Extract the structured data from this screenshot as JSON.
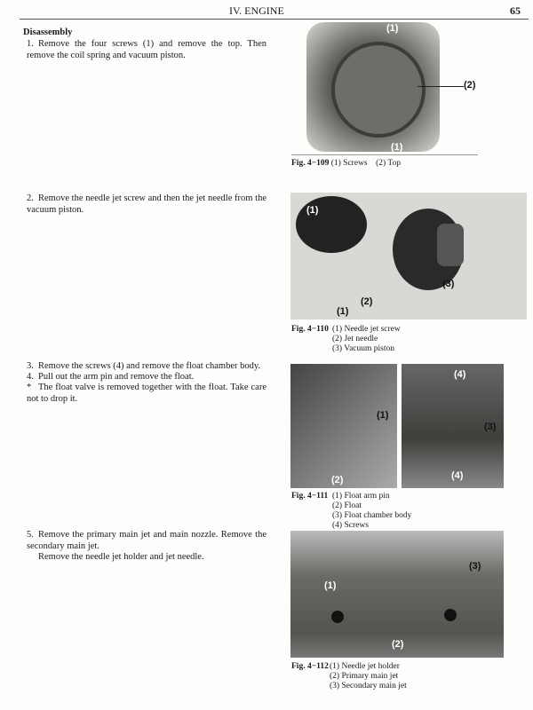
{
  "header": {
    "title": "IV. ENGINE",
    "page_number": "65"
  },
  "section_title": "Disassembly",
  "steps": [
    {
      "num": "1.",
      "text": "Remove the four screws (1) and remove the top. Then remove the coil spring and vacuum piston."
    },
    {
      "num": "2.",
      "text": "Remove the needle jet screw and then the jet needle from the vacuum piston."
    },
    {
      "num": "3.",
      "text": "Remove the screws (4) and remove the float chamber body."
    },
    {
      "num": "4.",
      "text": "Pull out the arm pin and remove the float."
    },
    {
      "num": "*",
      "text": "The float valve is removed together with the float. Take care not to drop it."
    },
    {
      "num": "5.",
      "text": "Remove the primary main jet and main nozzle. Remove the secondary main jet.",
      "extra": "Remove the needle jet holder and jet needle."
    }
  ],
  "figures": [
    {
      "id": "Fig. 4−109",
      "items": [
        "(1) Screws",
        "(2) Top"
      ],
      "callouts": [
        "(1)",
        "(2)",
        "(1)"
      ]
    },
    {
      "id": "Fig. 4−110",
      "items": [
        "(1) Needle jet screw",
        "(2) Jet needle",
        "(3) Vacuum piston"
      ],
      "callouts": [
        "(1)",
        "(2)",
        "(3)",
        "(1)"
      ]
    },
    {
      "id": "Fig. 4−111",
      "items": [
        "(1) Float arm pin",
        "(2) Float",
        "(3) Float chamber body",
        "(4) Screws"
      ],
      "callouts": [
        "(1)",
        "(2)",
        "(3)",
        "(4)",
        "(4)"
      ]
    },
    {
      "id": "Fig. 4−112",
      "items": [
        "(1) Needle jet holder",
        "(2) Primary main jet",
        "(3) Secondary main jet"
      ],
      "callouts": [
        "(1)",
        "(2)",
        "(3)"
      ]
    }
  ]
}
